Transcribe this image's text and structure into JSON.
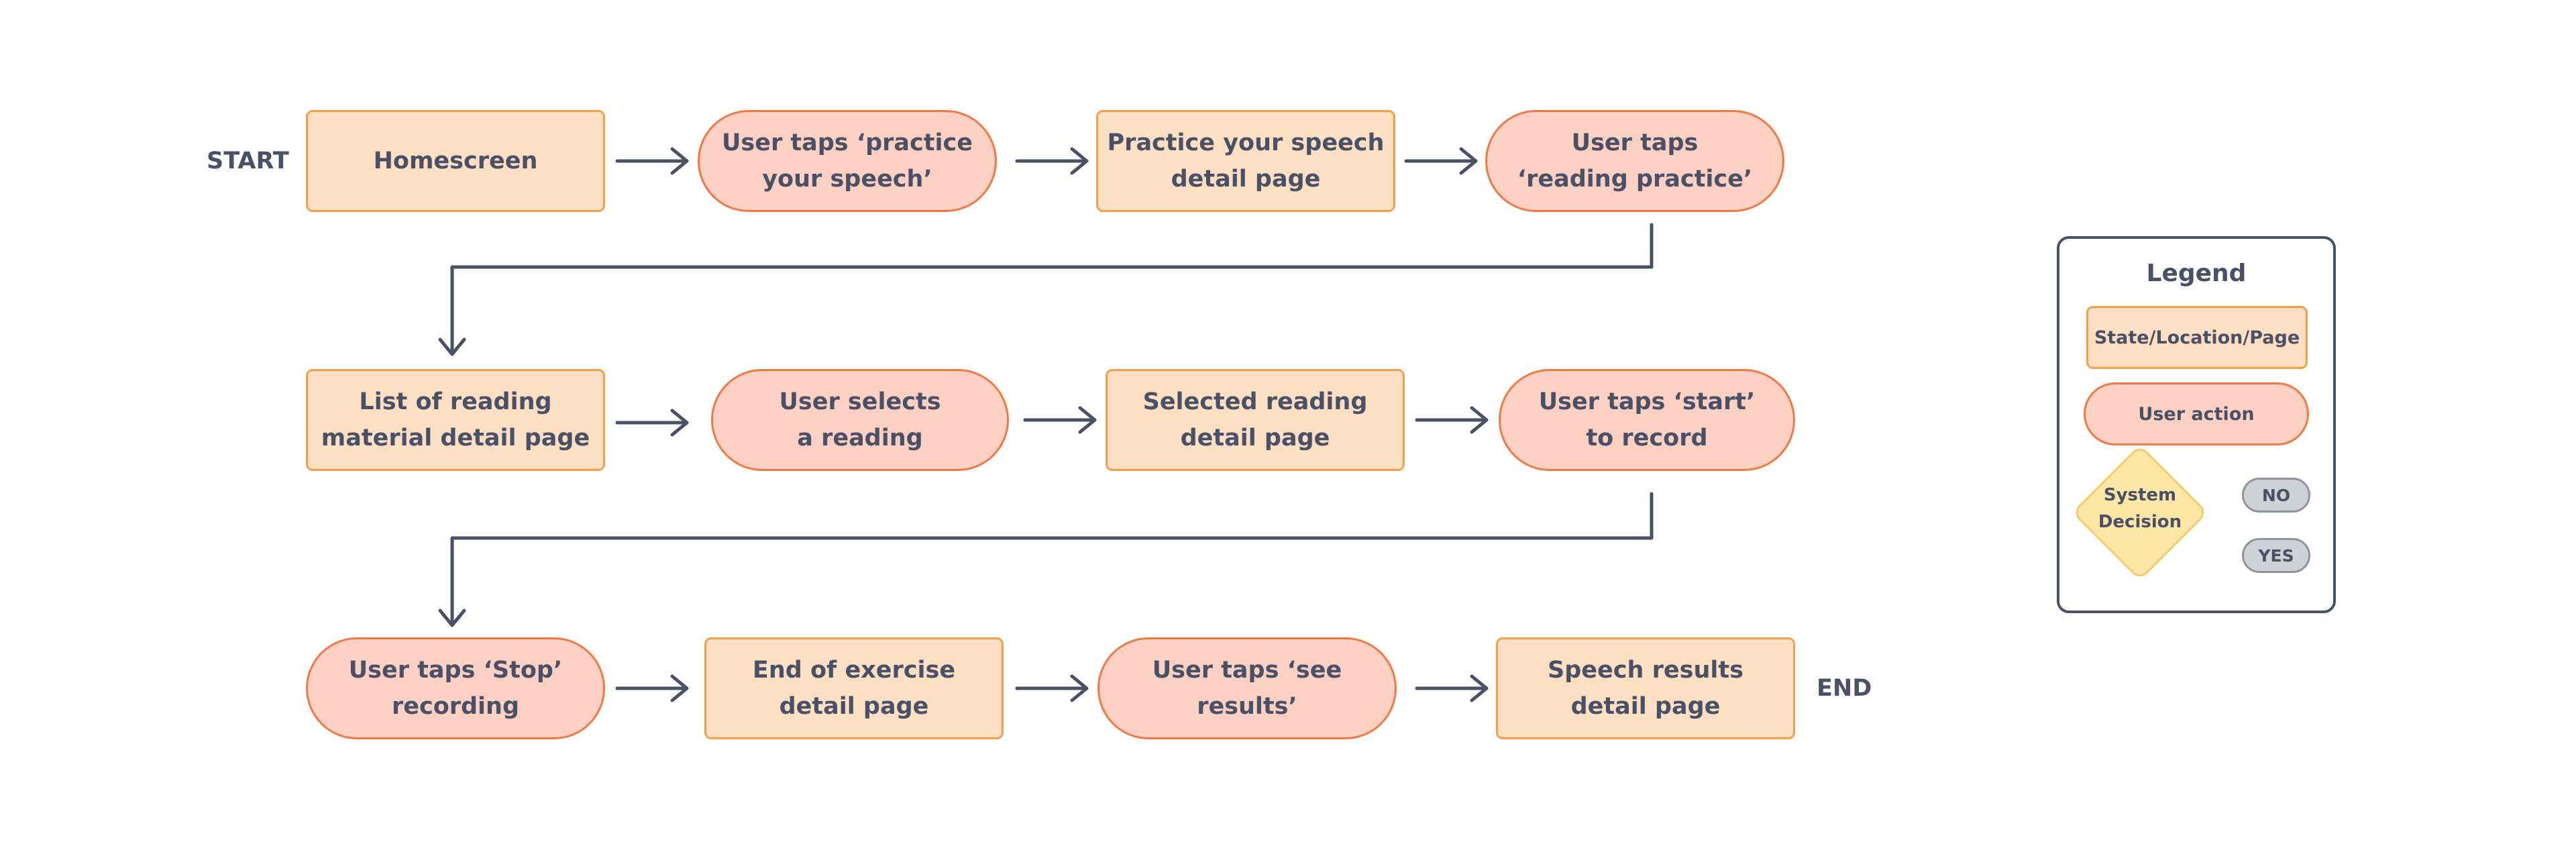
{
  "flow": {
    "start_label": "START",
    "end_label": "END",
    "row1": {
      "homescreen": "Homescreen",
      "tap_practice": "User taps ‘practice\nyour speech’",
      "practice_detail": "Practice your speech\ndetail page",
      "tap_reading_practice": "User taps\n‘reading practice’"
    },
    "row2": {
      "reading_list": "List of reading\nmaterial detail page",
      "select_reading": "User selects\na reading",
      "selected_detail": "Selected reading\ndetail page",
      "tap_start": "User taps ‘start’\nto record"
    },
    "row3": {
      "tap_stop": "User taps ‘Stop’\nrecording",
      "end_exercise": "End of exercise\ndetail page",
      "tap_see_results": "User taps ‘see\nresults’",
      "speech_results": "Speech results\ndetail page"
    }
  },
  "legend": {
    "title": "Legend",
    "state_label": "State/Location/Page",
    "action_label": "User action",
    "decision_label": "System\nDecision",
    "no_label": "NO",
    "yes_label": "YES"
  },
  "colors": {
    "state_fill": "#fde0c3",
    "state_border": "#f5a04c",
    "action_fill": "#fdd0c4",
    "action_border": "#f07945",
    "decision_fill": "#fde6a6",
    "decision_border": "#f3cc6b",
    "text": "#4a5065",
    "connector": "#4a5065",
    "pill_fill": "#cfd1d6",
    "pill_border": "#8f939d"
  }
}
